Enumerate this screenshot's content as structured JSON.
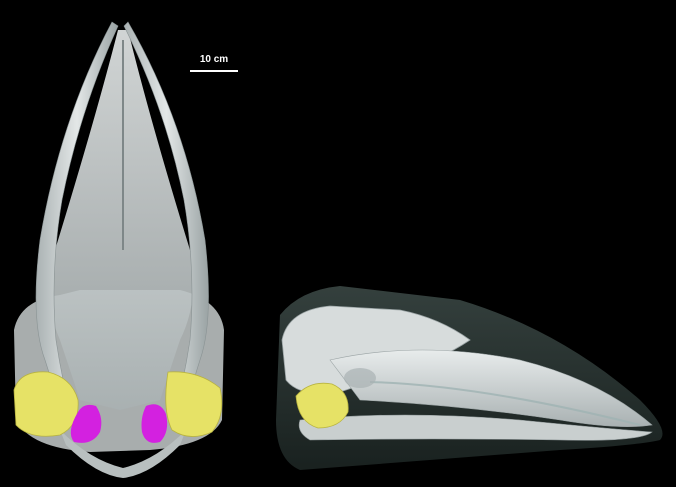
{
  "scale_bar": {
    "label": "10 cm"
  },
  "colors": {
    "background": "#000000",
    "bone": "#d7dcdc",
    "bone_shadow": "#9aa3a4",
    "soft_tissue": "#2a3533",
    "yellow_structure": "#e6e266",
    "magenta_structure": "#d321e0"
  },
  "views": [
    {
      "id": "dorsal",
      "has_yellow": true,
      "has_magenta": true
    },
    {
      "id": "lateral",
      "has_yellow": true,
      "has_magenta": false
    }
  ]
}
